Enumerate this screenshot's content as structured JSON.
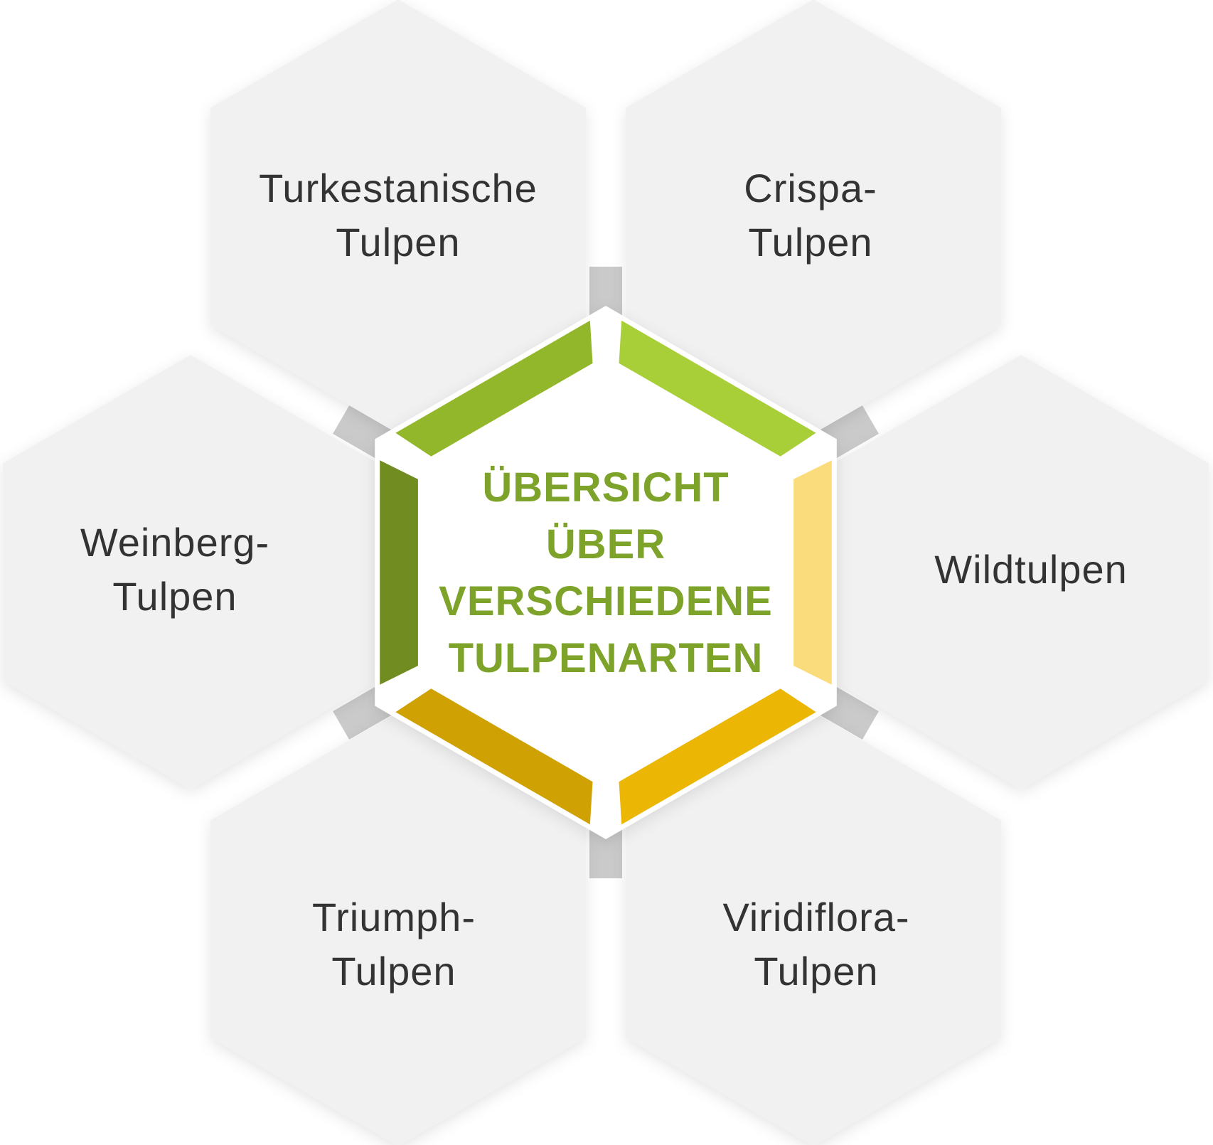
{
  "center": {
    "title_lines": [
      "ÜBERSICHT",
      "ÜBER",
      "VERSCHIEDENE",
      "TULPENARTEN"
    ],
    "color": "#7ea32a"
  },
  "types": [
    {
      "id": "turkestanische",
      "position": "top-left",
      "lines": [
        "Turkestanische",
        "Tulpen"
      ],
      "accent": "#93b72a"
    },
    {
      "id": "crispa",
      "position": "top-right",
      "lines": [
        "Crispa-",
        "Tulpen"
      ],
      "accent": "#a8cf37"
    },
    {
      "id": "wildtulpen",
      "position": "right",
      "lines": [
        "Wildtulpen"
      ],
      "accent": "#fbdc7d"
    },
    {
      "id": "viridiflora",
      "position": "bottom-right",
      "lines": [
        "Viridiflora-",
        "Tulpen"
      ],
      "accent": "#ecb604"
    },
    {
      "id": "triumph",
      "position": "bottom-left",
      "lines": [
        "Triumph-",
        "Tulpen"
      ],
      "accent": "#d0a103"
    },
    {
      "id": "weinberg",
      "position": "left",
      "lines": [
        "Weinberg-",
        "Tulpen"
      ],
      "accent": "#718d22"
    }
  ],
  "colors": {
    "hexagon_fill": "#f1f1f1",
    "connector": "#cacaca",
    "text": "#333333"
  }
}
